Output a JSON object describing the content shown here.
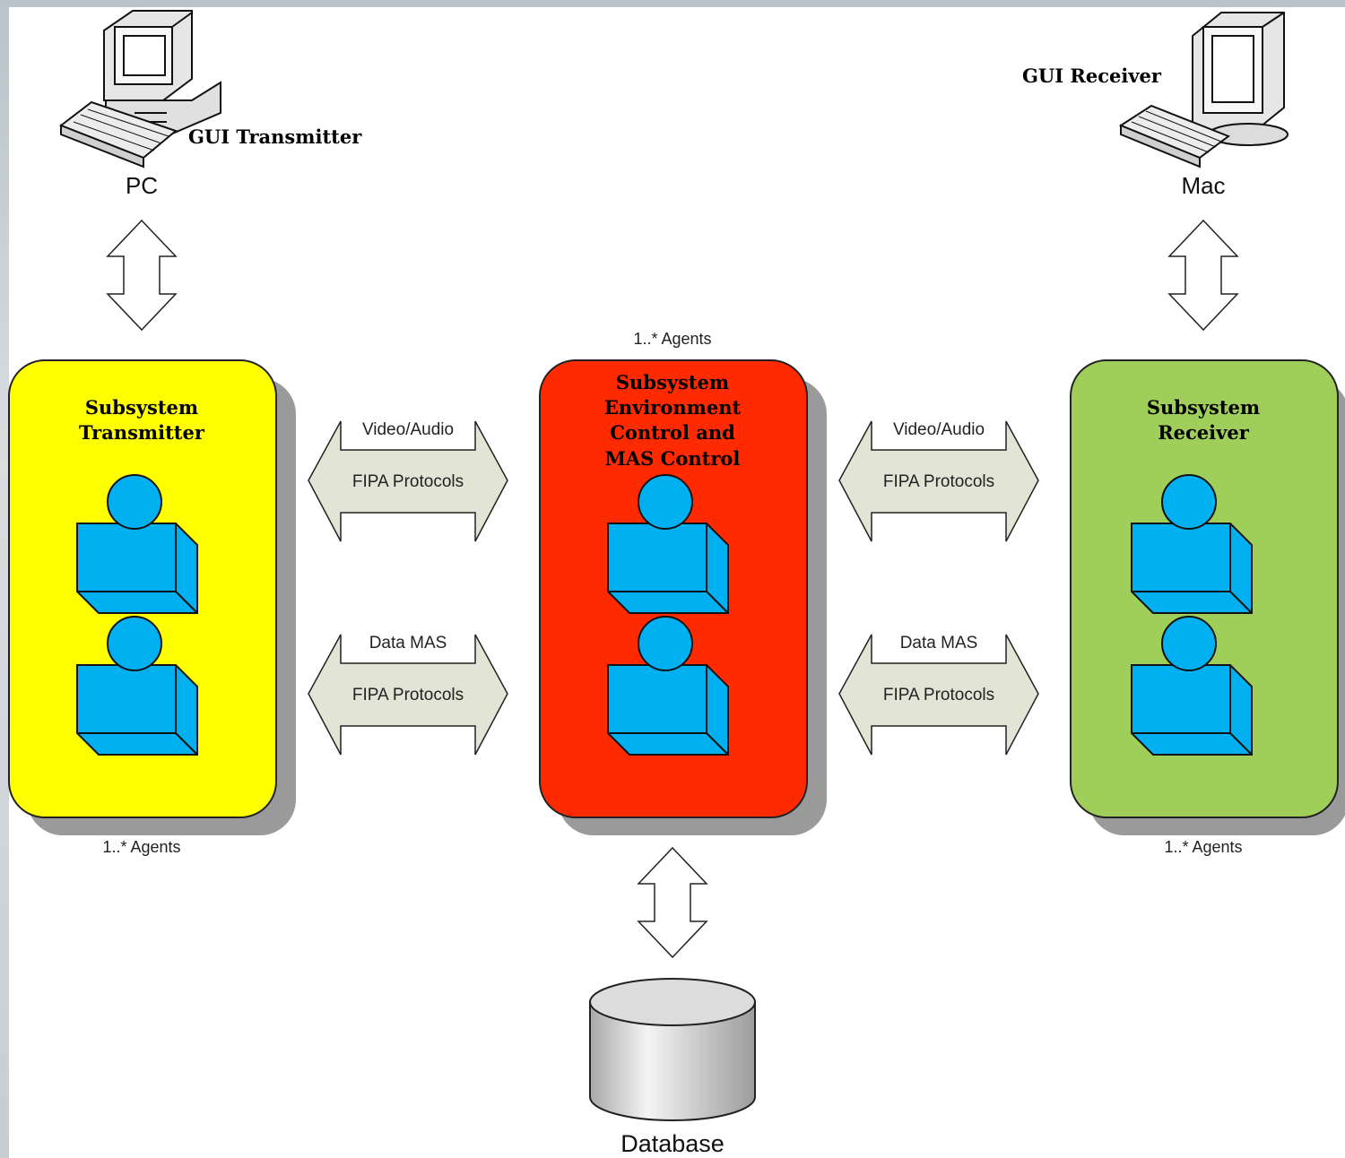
{
  "pc": {
    "device_label": "PC",
    "gui_label": "GUI Transmitter"
  },
  "mac": {
    "device_label": "Mac",
    "gui_label": "GUI Receiver"
  },
  "transmitter": {
    "title_line1": "Subsystem",
    "title_line2": "Transmitter",
    "agents_label": "1..* Agents",
    "color": "#ffff00"
  },
  "control": {
    "title_line1": "Subsystem",
    "title_line2": "Environment",
    "title_line3": "Control and",
    "title_line4": "MAS Control",
    "agents_label": "1..* Agents",
    "color": "#ff2a00"
  },
  "receiver": {
    "title_line1": "Subsystem",
    "title_line2": "Receiver",
    "agents_label": "1..* Agents",
    "color": "#9fce5a"
  },
  "channels": {
    "left_top": {
      "top_label": "Video/Audio",
      "mid_label": "FIPA Protocols"
    },
    "left_bottom": {
      "top_label": "Data MAS",
      "mid_label": "FIPA Protocols"
    },
    "right_top": {
      "top_label": "Video/Audio",
      "mid_label": "FIPA Protocols"
    },
    "right_bottom": {
      "top_label": "Data MAS",
      "mid_label": "FIPA Protocols"
    }
  },
  "database": {
    "label": "Database"
  },
  "colors": {
    "agent": "#00b0f0",
    "channel_fill": "#e2e4d6",
    "db_fill": "#dcdcdc"
  }
}
